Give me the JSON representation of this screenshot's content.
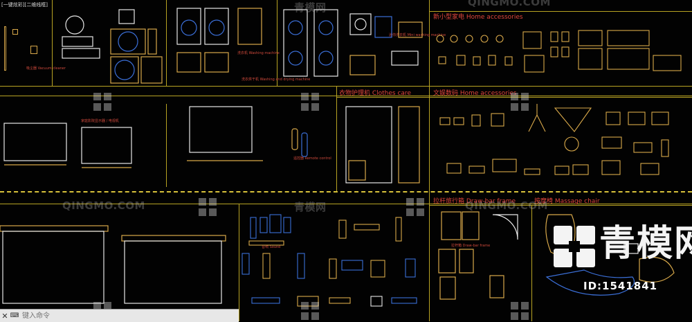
{
  "file_tab": "[一键炫彩][二维线框]",
  "sections": {
    "small_appliances": "新小型家电 Home accessories",
    "clothes_care": "衣物护理机 Clothes care",
    "digital": "文娱数码 Home accessories",
    "luggage": "拉杆旅行箱 Draw-bar frame",
    "massage": "按摩椅 Massage chair"
  },
  "notes": {
    "vacuum": "吸尘器 Vacuum cleaner",
    "washer": "洗衣机 Washing machine",
    "washer_dryer": "洗衣烘干机 Washing and drying machine",
    "mini_washer": "迷你洗衣机 Mini washing machine",
    "tv_hint": "家庭影院显示器 / 电视机",
    "remote": "遥控器 Remote control",
    "sound": "音响 Sound",
    "luggage_note": "拉杆箱 Draw-bar frame"
  },
  "watermark": {
    "latin": "QINGMO.COM",
    "chinese": "青模网"
  },
  "big_logo_text": "青模网",
  "id_label": "ID:1541841",
  "command": {
    "placeholder": "键入命令",
    "close_glyph": "✕",
    "tool_glyph": "⌨"
  },
  "colors": {
    "frame": "#b9a423",
    "title": "#e0463c",
    "device_outline": "#d9a94a",
    "blue": "#3b6fd8"
  }
}
